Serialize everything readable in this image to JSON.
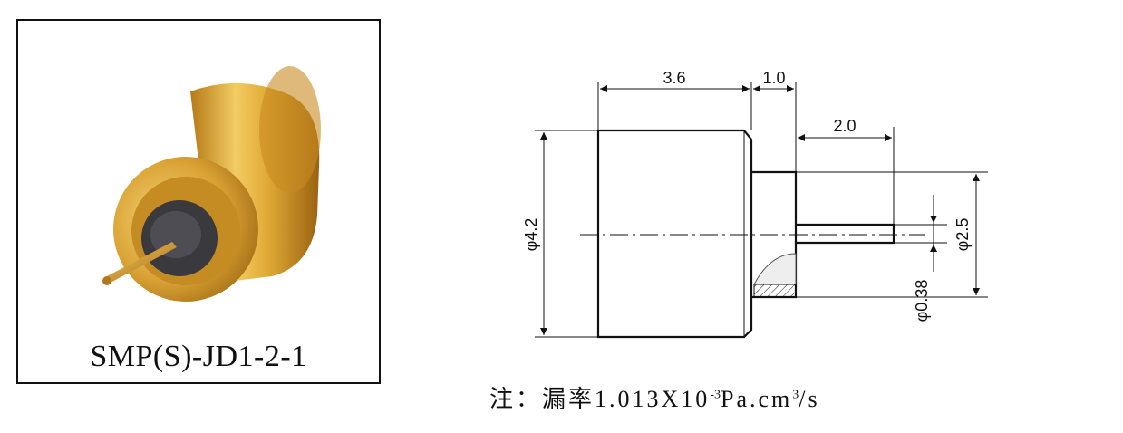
{
  "photo": {
    "caption": "SMP(S)-JD1-2-1"
  },
  "drawing": {
    "dimensions": {
      "body_length": "3.6",
      "flange_length": "1.0",
      "pin_length": "2.0",
      "body_diameter": "φ4.2",
      "flange_diameter": "φ2.5",
      "pin_diameter": "φ0.38"
    }
  },
  "note": {
    "prefix": "注：",
    "label": "漏率",
    "value": "1.013X10",
    "exp1": "-3",
    "unit_a": "Pa.cm",
    "exp2": "3",
    "unit_b": "/s"
  },
  "colors": {
    "gold": "#d4a02c",
    "gold_dark": "#8a5a10",
    "insulator": "#3a3a3e"
  }
}
